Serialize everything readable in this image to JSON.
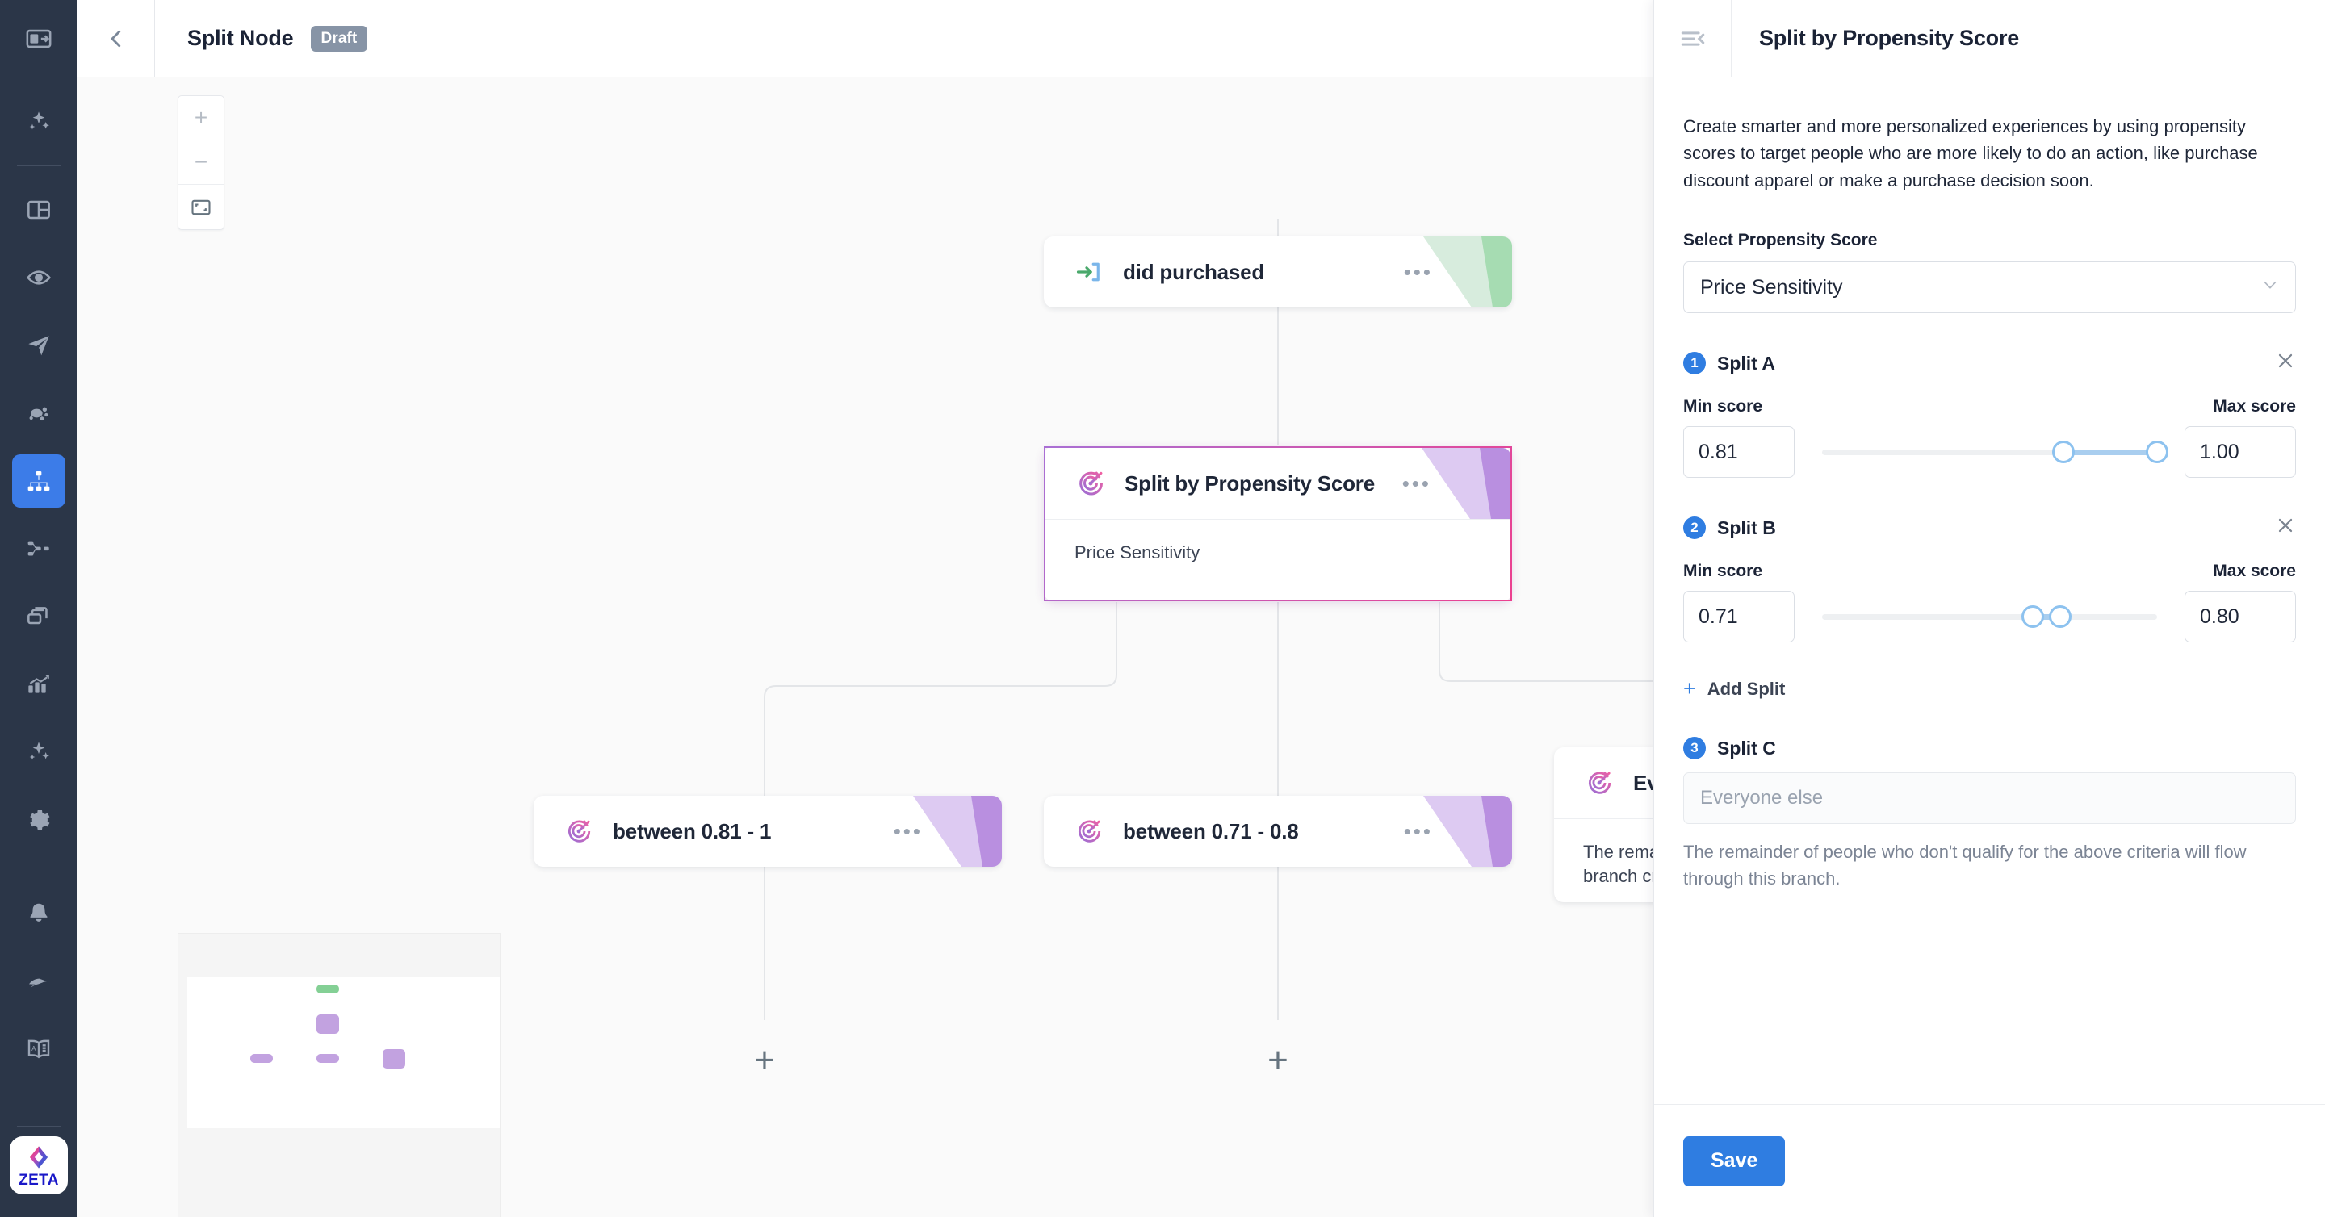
{
  "sidebar": {
    "items": [
      {
        "name": "collapse-panel-icon",
        "icon": "panel-collapse",
        "active": false
      },
      {
        "name": "sparkle-ai-icon",
        "icon": "sparkle",
        "active": false
      },
      {
        "name": "dashboard-icon",
        "icon": "dashboard",
        "active": false
      },
      {
        "name": "audience-icon",
        "icon": "target-eye",
        "active": false
      },
      {
        "name": "campaigns-icon",
        "icon": "paper-plane",
        "active": false
      },
      {
        "name": "segments-icon",
        "icon": "blob-nodes",
        "active": false
      },
      {
        "name": "journeys-icon",
        "icon": "hierarchy",
        "active": true
      },
      {
        "name": "flows-icon",
        "icon": "branch",
        "active": false
      },
      {
        "name": "library-icon",
        "icon": "layers",
        "active": false
      },
      {
        "name": "analytics-icon",
        "icon": "bar-chart-up",
        "active": false
      },
      {
        "name": "intelligence-icon",
        "icon": "sparkle",
        "active": false
      },
      {
        "name": "settings-icon",
        "icon": "gear",
        "active": false
      },
      {
        "name": "notifications-icon",
        "icon": "bell",
        "active": false
      },
      {
        "name": "activity-icon",
        "icon": "signal",
        "active": false
      },
      {
        "name": "docs-icon",
        "icon": "book",
        "active": false
      }
    ],
    "logo_text": "ZETA"
  },
  "header": {
    "back_label": "back",
    "title": "Split Node",
    "status_badge": "Draft"
  },
  "canvas": {
    "zoom_controls": {
      "zoom_in": "+",
      "zoom_out": "−",
      "fit_view": "fit"
    },
    "nodes": [
      {
        "id": "did-purchased",
        "title": "did purchased",
        "icon": "enter-arrow-icon",
        "accent": "green",
        "body": null,
        "menu": "•••",
        "selected": false
      },
      {
        "id": "split-by-propensity-score",
        "title": "Split by Propensity Score",
        "icon": "propensity-target-icon",
        "accent": "purple",
        "body": "Price Sensitivity",
        "menu": "•••",
        "selected": true
      },
      {
        "id": "branch-a",
        "title": "between 0.81 - 1",
        "icon": "propensity-target-icon",
        "accent": "purple",
        "body": null,
        "menu": "•••",
        "selected": false
      },
      {
        "id": "branch-b",
        "title": "between 0.71 - 0.8",
        "icon": "propensity-target-icon",
        "accent": "purple",
        "body": null,
        "menu": "•••",
        "selected": false
      },
      {
        "id": "branch-c",
        "title": "Everyone e",
        "icon": "propensity-target-icon",
        "accent": "purple",
        "body": "The remainder of peo\nbranch criteria",
        "menu": null,
        "selected": false
      }
    ],
    "add_node_buttons": [
      "+",
      "+"
    ]
  },
  "panel": {
    "collapse_icon": "collapse-left-icon",
    "title": "Split by Propensity Score",
    "description": "Create smarter and more personalized experiences by using propensity scores to target people who are more likely to do an action, like purchase discount apparel or make a purchase decision soon.",
    "select_label": "Select Propensity Score",
    "select_value": "Price Sensitivity",
    "select_chevron": "⌄",
    "min_label": "Min score",
    "max_label": "Max score",
    "splits": [
      {
        "number": "1",
        "name": "Split A",
        "min_label": "Min score",
        "max_label": "Max score",
        "min_value": "0.81",
        "max_value": "1.00",
        "slider_min_pct": 72,
        "slider_max_pct": 100,
        "close": "✕"
      },
      {
        "number": "2",
        "name": "Split B",
        "min_label": "Min score",
        "max_label": "Max score",
        "min_value": "0.71",
        "max_value": "0.80",
        "slider_min_pct": 63,
        "slider_max_pct": 71,
        "close": "✕"
      }
    ],
    "add_split_label": "Add Split",
    "add_split_plus": "+",
    "split_c": {
      "number": "3",
      "name": "Split C",
      "placeholder": "Everyone else",
      "helper": "The remainder of people who don't qualify for the above criteria will flow through this branch."
    },
    "save_label": "Save"
  },
  "colors": {
    "accent_blue": "#2f7de1",
    "rail_bg": "#2b3648",
    "canvas_bg": "#fafafa",
    "node_purple": "#b99ade",
    "node_green": "#a6dcb2",
    "draft_badge": "#8794a6",
    "slider_fill": "#a9ceef"
  }
}
